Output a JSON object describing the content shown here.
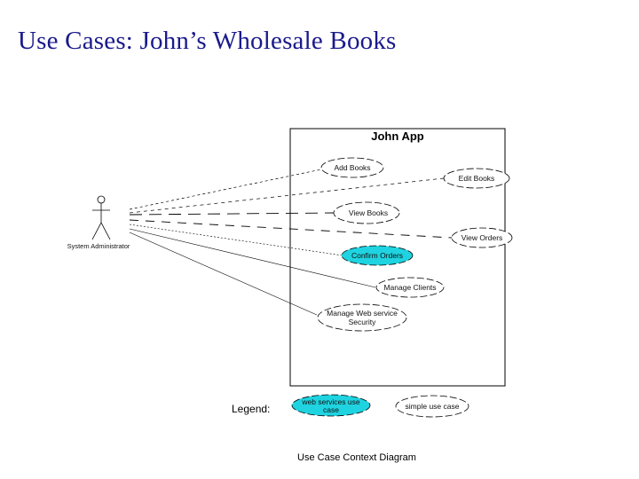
{
  "slide": {
    "title": "Use Cases: John’s Wholesale Books"
  },
  "diagram": {
    "system_name": "John App",
    "actor": {
      "label": "System Administrator"
    },
    "use_cases": [
      {
        "label": "Add Books",
        "kind": "simple"
      },
      {
        "label": "Edit Books",
        "kind": "simple"
      },
      {
        "label": "View Books",
        "kind": "simple"
      },
      {
        "label": "View Orders",
        "kind": "simple"
      },
      {
        "label": "Confirm Orders",
        "kind": "web-service"
      },
      {
        "label": "Manage Clients",
        "kind": "simple"
      },
      {
        "label": "Manage Web service",
        "label_line2": "Security",
        "kind": "simple"
      }
    ],
    "legend": {
      "label": "Legend:",
      "web_service_line1": "web services use",
      "web_service_line2": "case",
      "simple": "simple use case"
    },
    "caption": "Use Case Context Diagram"
  },
  "colors": {
    "title": "#1a1a8c",
    "web_service_fill": "#1fd3e0",
    "line": "#000000"
  }
}
